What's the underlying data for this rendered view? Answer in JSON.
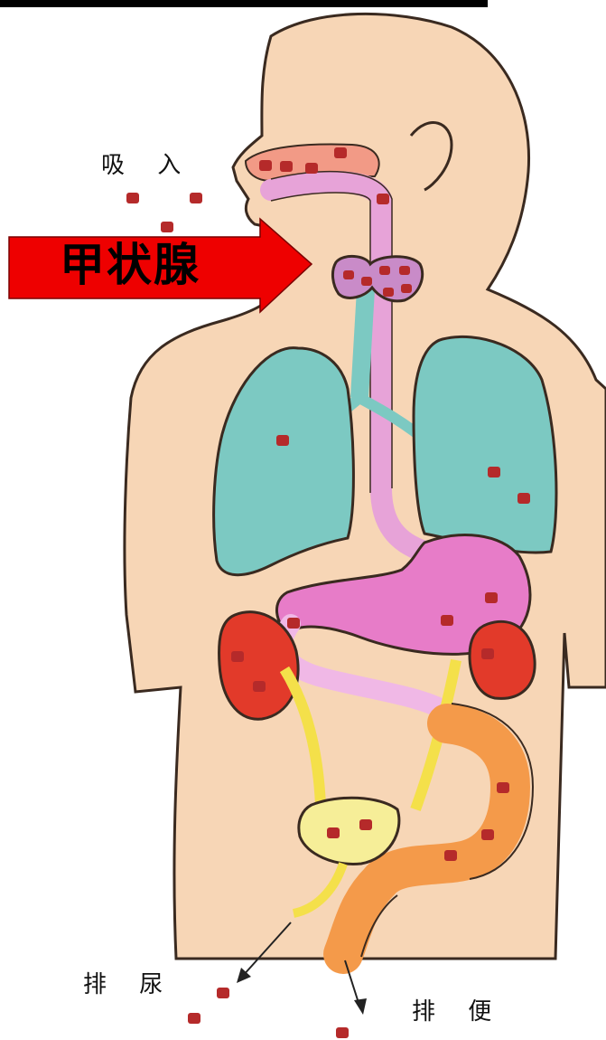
{
  "labels": {
    "inhale": "吸 入",
    "urinate": "排 尿",
    "defecate": "排 便"
  },
  "callout": {
    "text": "甲状腺",
    "color": "#ee0000"
  },
  "colors": {
    "skin": "#f7d6b6",
    "outline": "#3a2a20",
    "particle": "#b52a2a",
    "lung": "#7cc9c2",
    "thyroid": "#c98bc8",
    "esophagus": "#e7a3d8",
    "stomach": "#e77cc8",
    "kidney": "#e23a2a",
    "ureter": "#f4e04a",
    "bladder": "#f6ee98",
    "intestine": "#f49a4a",
    "mouth": "#f29a86"
  }
}
